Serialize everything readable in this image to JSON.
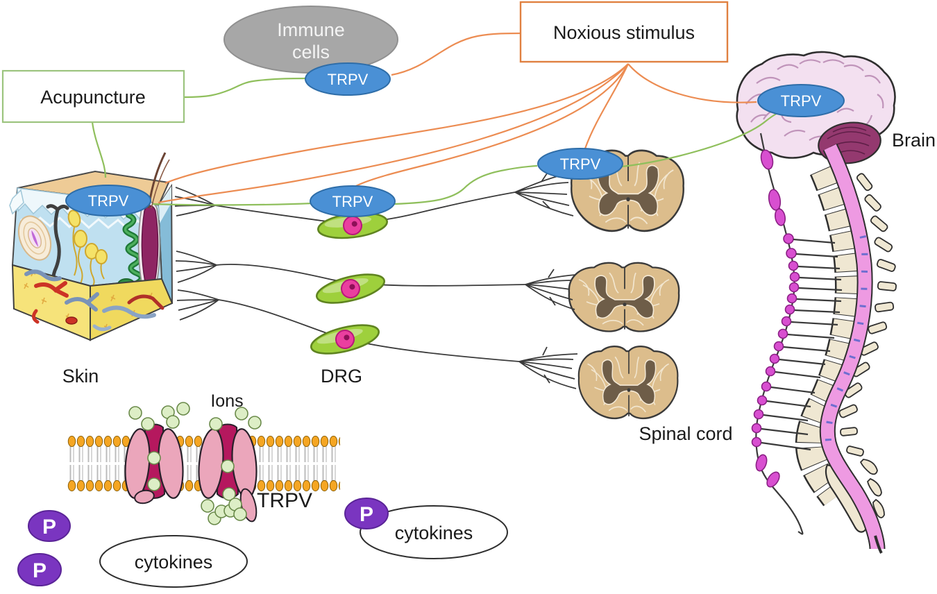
{
  "figure": {
    "type": "pathway-diagram",
    "description": "Acupuncture / noxious stimulus signaling through TRPV channels in immune cells, skin, DRG, spinal cord and brain",
    "labels": {
      "acupuncture": "Acupuncture",
      "noxious_stimulus": "Noxious stimulus",
      "immune_cells_line1": "Immune",
      "immune_cells_line2": "cells",
      "trpv": "TRPV",
      "skin": "Skin",
      "drg": "DRG",
      "spinal_cord": "Spinal cord",
      "brain": "Brain",
      "ions": "Ions",
      "trpv_channel": "TRPV",
      "cytokines": "cytokines",
      "phosphorylation": "P"
    },
    "colors": {
      "acupuncture_pathway": "#8fbf5c",
      "acupuncture_box_border": "#9cc47e",
      "noxious_pathway": "#ec8c52",
      "noxious_box_border": "#e08040",
      "trpv_node_fill": "#4a90d5",
      "trpv_node_border": "#2e6da8",
      "immune_cells_fill": "#a7a7a7",
      "nerve_line": "#3a3a3a",
      "drg_cell_fill": "#9ed03c",
      "drg_nucleus": "#ea3f9f",
      "spinal_section_fill": "#dcbd8c",
      "spinal_gray_matter": "#6e5d48",
      "brain_fill": "#f3e0f0",
      "cerebellum_fill": "#94396f",
      "spinal_cord_band": "#ee9ae2",
      "vertebra_fill": "#efe7d2",
      "ganglion_chain_fill": "#d84fd0",
      "lipid_head": "#f5a623",
      "channel_lobe": "#eba6bb",
      "channel_pore": "#b5185e",
      "ion_fill": "#ddeec6",
      "phospho_fill": "#7a35c0",
      "cytokines_fill": "#ffffff"
    },
    "connections": [
      {
        "from": "Acupuncture",
        "to": "TRPV (immune cells)",
        "color": "green"
      },
      {
        "from": "Acupuncture",
        "to": "Skin",
        "color": "green"
      },
      {
        "from": "TRPV (skin)",
        "to": "TRPV (DRG)",
        "color": "green"
      },
      {
        "from": "TRPV (DRG)",
        "to": "TRPV (spinal cord)",
        "color": "green"
      },
      {
        "from": "TRPV (spinal cord)",
        "to": "TRPV (brain)",
        "color": "green"
      },
      {
        "from": "TRPV (immune cells)",
        "to": "Noxious stimulus",
        "color": "orange"
      },
      {
        "from": "Noxious stimulus",
        "to": "Skin",
        "color": "orange"
      },
      {
        "from": "Noxious stimulus",
        "to": "Skin (TRPV)",
        "color": "orange"
      },
      {
        "from": "Noxious stimulus",
        "to": "TRPV (DRG)",
        "color": "orange"
      },
      {
        "from": "Noxious stimulus",
        "to": "TRPV (spinal cord)",
        "color": "orange"
      },
      {
        "from": "Noxious stimulus",
        "to": "TRPV (brain)",
        "color": "orange"
      },
      {
        "from": "Skin",
        "to": "DRG neurons",
        "color": "black",
        "note": "three afferent nerve fibers"
      },
      {
        "from": "DRG neurons",
        "to": "Spinal cord sections",
        "color": "black",
        "note": "dorsal root entry fans"
      }
    ]
  }
}
